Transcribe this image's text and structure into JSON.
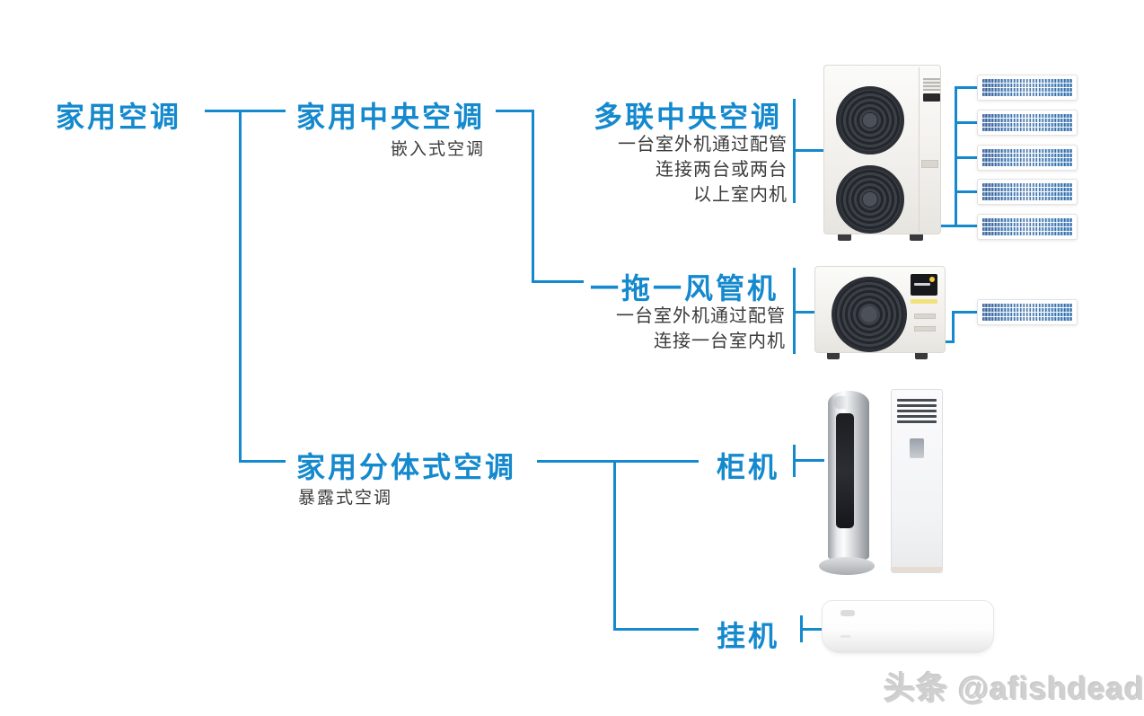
{
  "colors": {
    "accent_blue": "#1489cd",
    "text_dark": "#3b3b3b",
    "watermark_gray": "#d0d0d0"
  },
  "tree": {
    "root_label": "家用空调",
    "central": {
      "label": "家用中央空调",
      "subtitle": "嵌入式空调",
      "multi_split": {
        "label": "多联中央空调",
        "desc_line1": "一台室外机通过配管",
        "desc_line2": "连接两台或两台",
        "desc_line3": "以上室内机"
      },
      "one_to_one": {
        "label": "一拖一风管机",
        "desc_line1": "一台室外机通过配管",
        "desc_line2": "连接一台室内机"
      }
    },
    "split": {
      "label": "家用分体式空调",
      "subtitle": "暴露式空调",
      "cabinet": {
        "label": "柜机"
      },
      "wall": {
        "label": "挂机"
      }
    }
  },
  "watermark": "头条 @afishdead"
}
